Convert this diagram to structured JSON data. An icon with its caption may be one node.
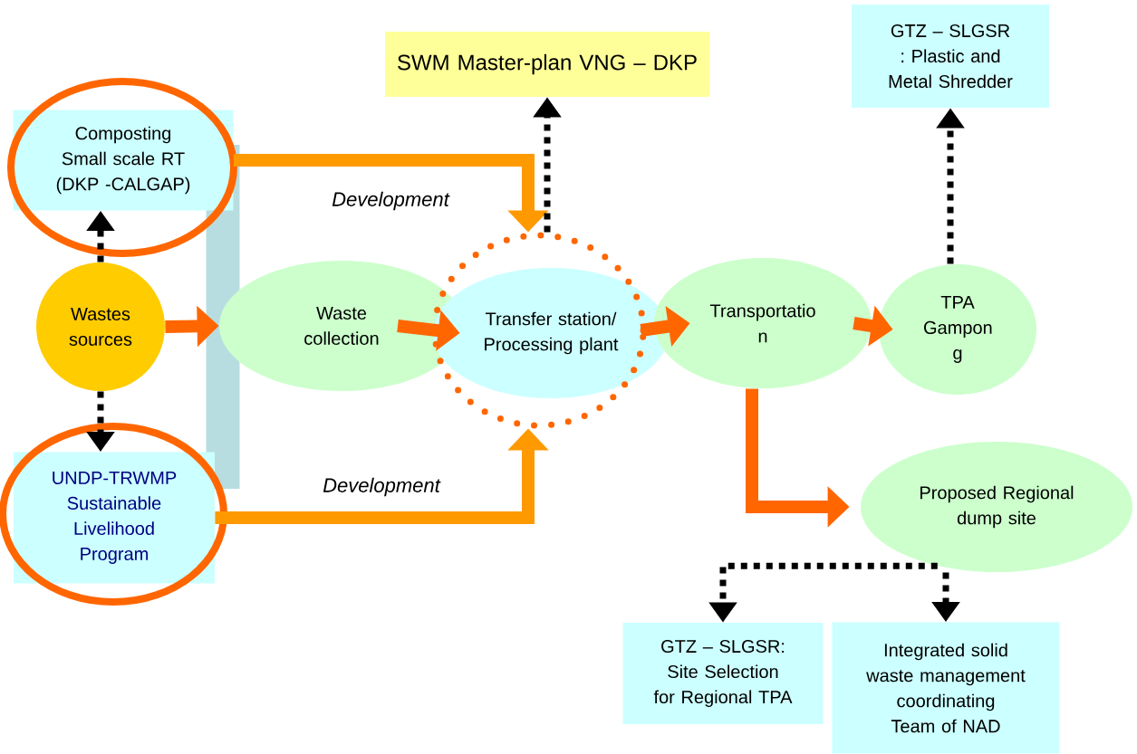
{
  "diagram": {
    "nodes": [
      {
        "text": [
          "Composting Small scale RT (DKP -CALGAP)"
        ]
      },
      {
        "text": [
          "Wastes sources"
        ]
      },
      {
        "text": [
          "UNDP-TRWMP Sustainable Livelihood Program"
        ]
      },
      {
        "text": [
          "Waste collection"
        ]
      },
      {
        "text": [
          "Transfer station/ Processing plant"
        ]
      },
      {
        "text": [
          "SWM Master-plan VNG – DKP"
        ]
      },
      {
        "text": [
          "Transportatio n"
        ]
      },
      {
        "text": [
          "TPA Gampon g"
        ]
      },
      {
        "text": [
          "GTZ – SLGSR : Plastic and Metal Shredder"
        ]
      },
      {
        "text": [
          "Proposed Regional dump site"
        ]
      },
      {
        "text": [
          "GTZ – SLGSR: Site Selection for Regional TPA"
        ]
      },
      {
        "text": [
          "Integrated solid waste management coordinating Team of NAD"
        ]
      },
      {
        "text": [],
        "shape": "bar"
      }
    ],
    "edges": [
      {
        "from": 1,
        "to": 0,
        "arrow": "to",
        "style": "dashed"
      },
      {
        "from": 1,
        "to": 2,
        "arrow": "to",
        "style": "dashed"
      },
      {
        "from": 1,
        "to": 3,
        "arrow": "to",
        "color": "#ff6600"
      },
      {
        "from": 0,
        "to": 4,
        "arrow": "to",
        "label": "Development",
        "color": "#ff9900"
      },
      {
        "from": 2,
        "to": 4,
        "arrow": "to",
        "label": "Development",
        "color": "#ff9900"
      },
      {
        "from": 3,
        "to": 4,
        "arrow": "to",
        "color": "#ff6600"
      },
      {
        "from": 4,
        "to": 5,
        "arrow": "to",
        "style": "dashed"
      },
      {
        "from": 4,
        "to": 6,
        "arrow": "to",
        "color": "#ff6600"
      },
      {
        "from": 6,
        "to": 7,
        "arrow": "to",
        "color": "#ff6600"
      },
      {
        "from": 7,
        "to": 8,
        "arrow": "to",
        "style": "dashed"
      },
      {
        "from": 6,
        "to": 9,
        "arrow": "to",
        "color": "#ff6600"
      },
      {
        "from": 9,
        "to": 10,
        "arrow": "to",
        "style": "dashed"
      },
      {
        "from": 9,
        "to": 11,
        "arrow": "to",
        "style": "dashed"
      }
    ]
  }
}
